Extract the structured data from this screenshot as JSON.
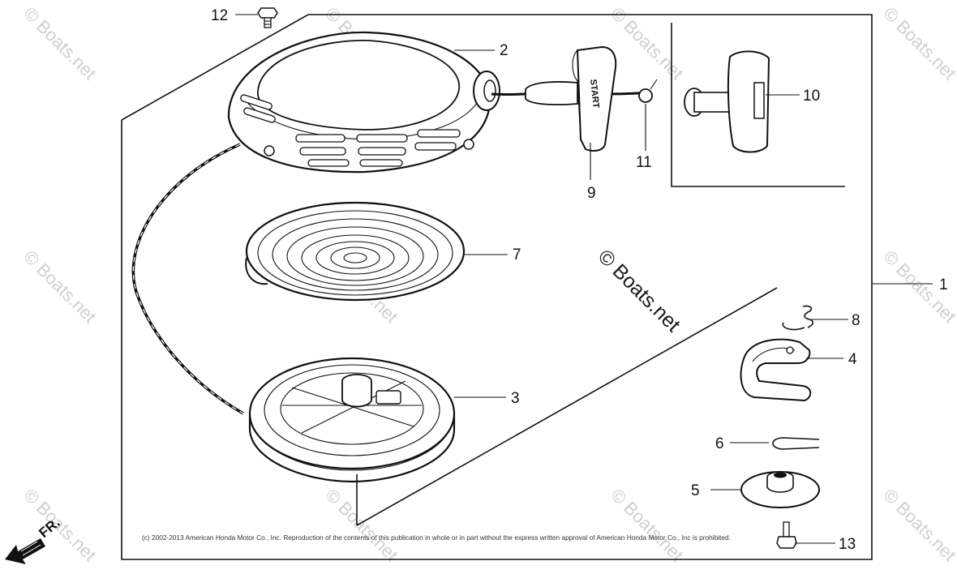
{
  "callouts": {
    "c1": "1",
    "c2": "2",
    "c3": "3",
    "c4": "4",
    "c5": "5",
    "c6": "6",
    "c7": "7",
    "c8": "8",
    "c9": "9",
    "c10": "10",
    "c11": "11",
    "c12": "12",
    "c13": "13"
  },
  "handle_label": "START",
  "watermark": "© Boats.net",
  "copyright": "(c) 2002-2013 American Honda Motor Co., Inc. Reproduction of the contents of this publication in whole or in part without the express written approval of American Honda Motor Co., Inc is prohibited.",
  "front_marker": "FR."
}
